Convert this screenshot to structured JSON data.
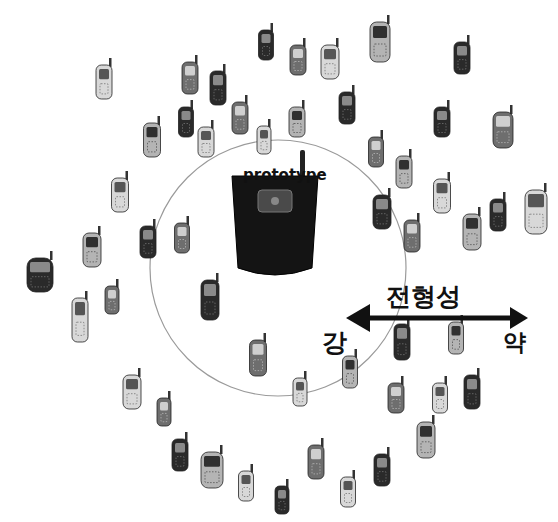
{
  "diagram": {
    "labels": [
      "prototype",
      "전형성",
      "강",
      "약"
    ]
  }
}
